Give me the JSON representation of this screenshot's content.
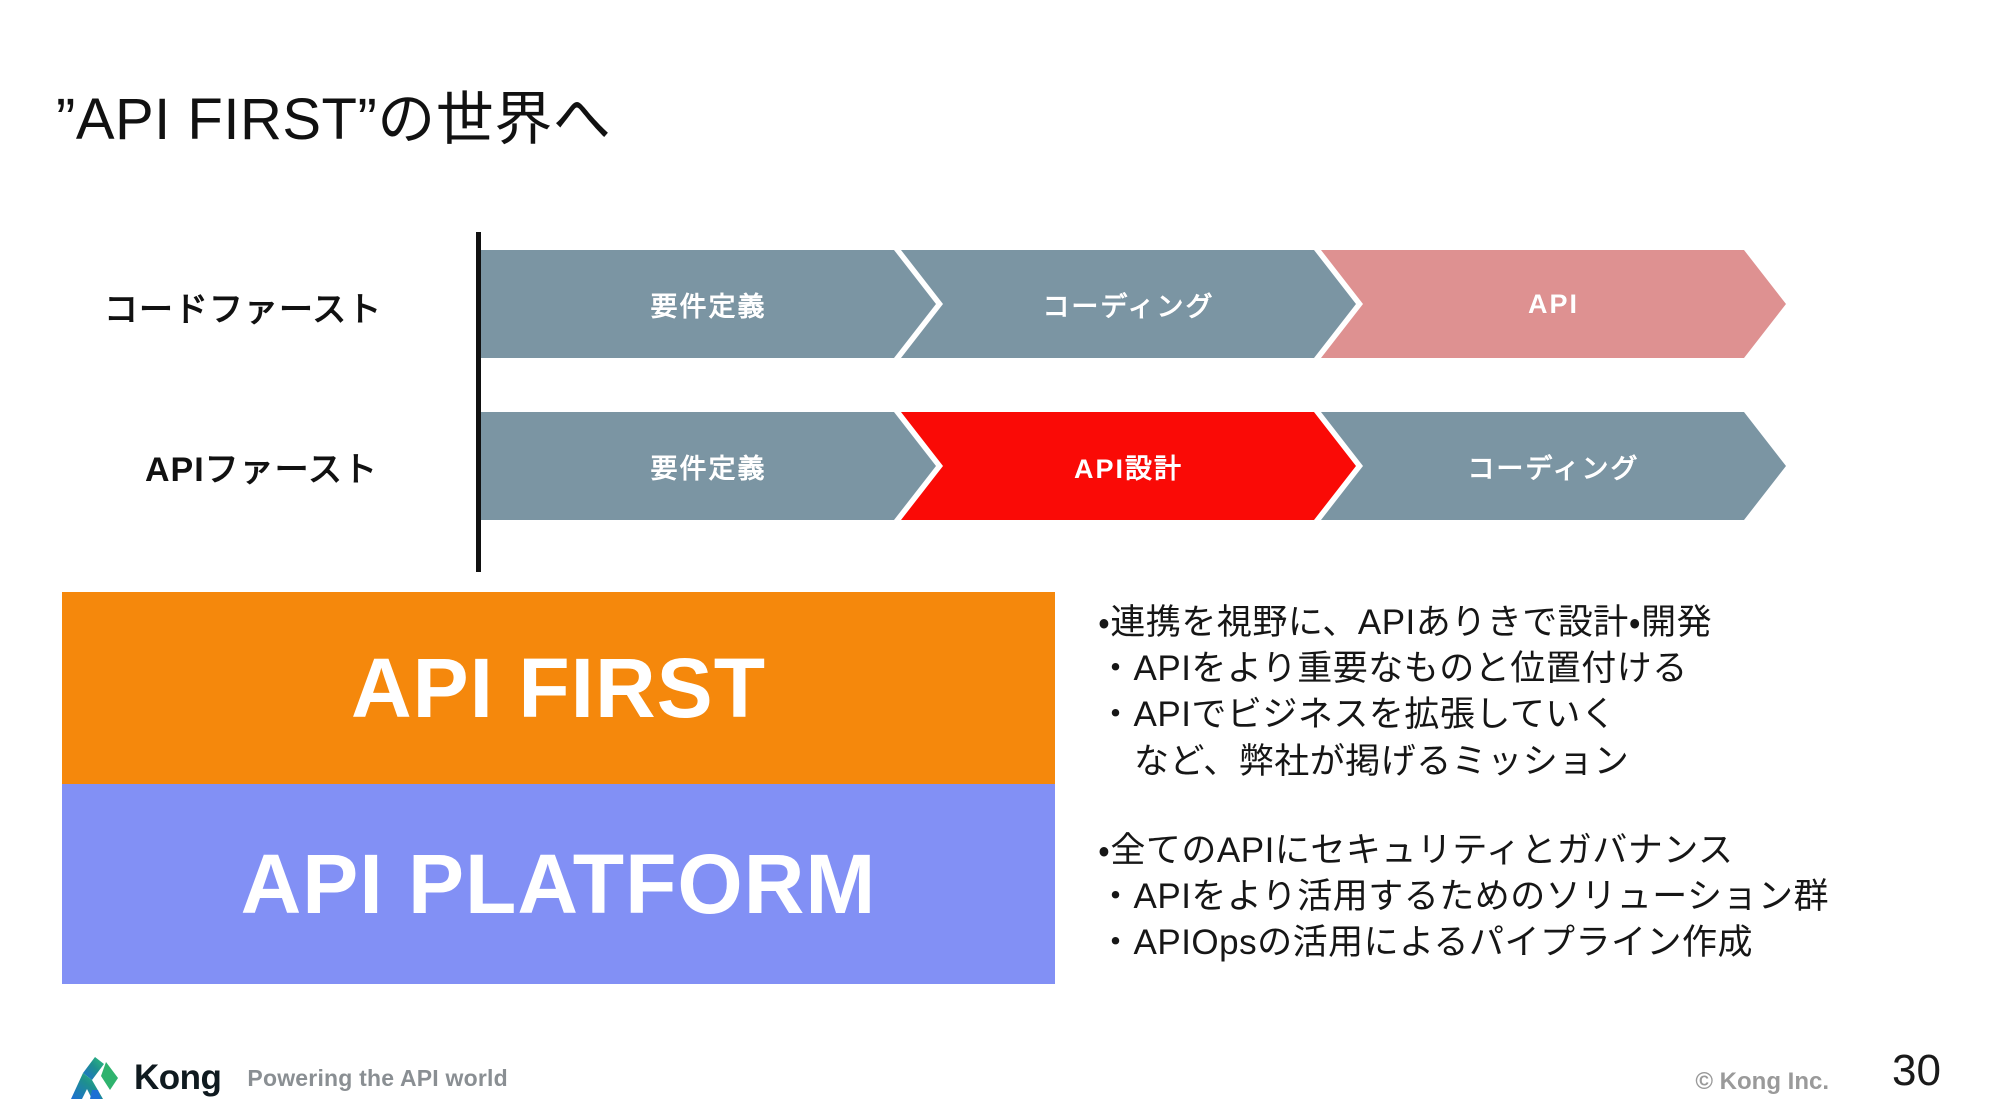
{
  "slide": {
    "title": "”API FIRST”の世界へ",
    "page_number": "30"
  },
  "process": {
    "rows": [
      {
        "label": "コードファースト",
        "steps": [
          {
            "label": "要件定義",
            "color": "#7B95A3"
          },
          {
            "label": "コーディング",
            "color": "#7B95A3"
          },
          {
            "label": "API",
            "color": "#DE9191"
          }
        ]
      },
      {
        "label": "APIファースト",
        "steps": [
          {
            "label": "要件定義",
            "color": "#7B95A3"
          },
          {
            "label": "API設計",
            "color": "#FA0A06"
          },
          {
            "label": "コーディング",
            "color": "#7B95A3"
          }
        ]
      }
    ]
  },
  "callouts": [
    {
      "title": "API FIRST",
      "color": "#F5880C",
      "bullets": [
        "・連携を視野に、APIありきで設計・開発",
        "・APIをより重要なものと位置付ける",
        "・APIでビジネスを拡張していく",
        "など、弊社が掲げるミッション"
      ]
    },
    {
      "title": "API PLATFORM",
      "color": "#8290F5",
      "bullets": [
        "・全てのAPIにセキュリティとガバナンス",
        "・APIをより活用するためのソリューション群",
        "・APIOpsの活用によるパイプライン作成"
      ]
    }
  ],
  "footer": {
    "brand": "Kong",
    "tagline": "Powering the API world",
    "copyright": "© Kong Inc."
  }
}
